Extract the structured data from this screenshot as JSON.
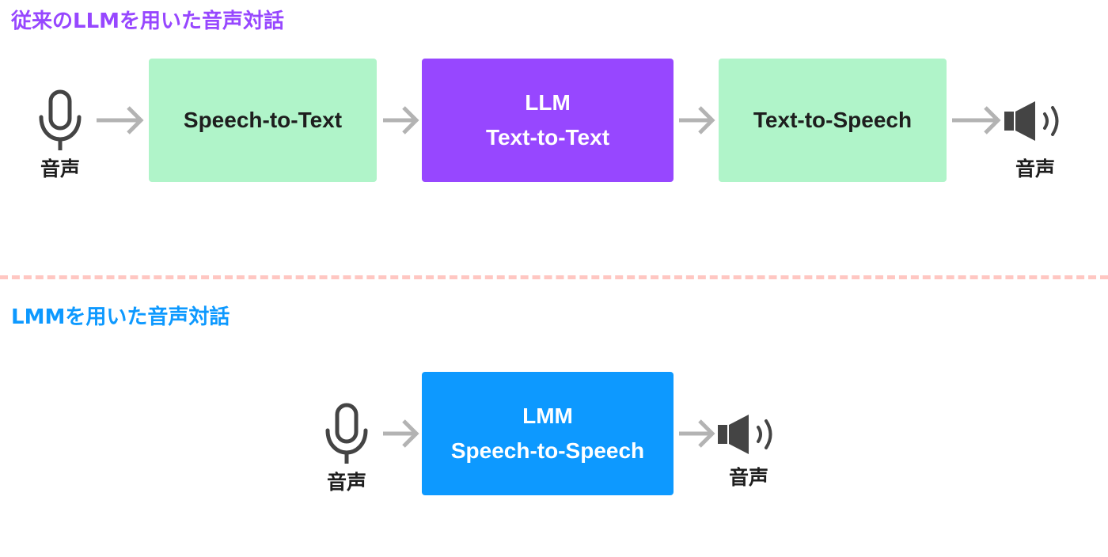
{
  "top": {
    "title": "従来のLLMを用いた音声対話",
    "input_label": "音声",
    "output_label": "音声",
    "steps": [
      {
        "lines": [
          "Speech-to-Text"
        ]
      },
      {
        "lines": [
          "LLM",
          "Text-to-Text"
        ]
      },
      {
        "lines": [
          "Text-to-Speech"
        ]
      }
    ]
  },
  "bottom": {
    "title": "LMMを用いた音声対話",
    "input_label": "音声",
    "output_label": "音声",
    "step": {
      "lines": [
        "LMM",
        "Speech-to-Speech"
      ]
    }
  },
  "icons": [
    "microphone-icon",
    "arrow-right-icon",
    "speaker-icon"
  ],
  "colors": {
    "top_title": "#9747ff",
    "bottom_title": "#0d99ff",
    "stage_green": "#b0f4c9",
    "llm_purple": "#9747ff",
    "lmm_blue": "#0d99ff",
    "arrow_gray": "#b3b3b3",
    "icon_dark": "#444444",
    "divider_pink": "#ffc7c2"
  }
}
